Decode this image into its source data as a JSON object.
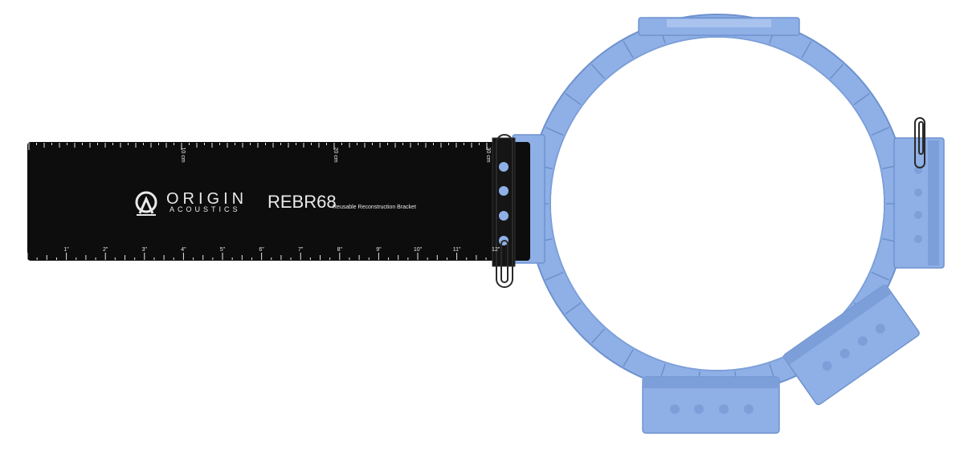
{
  "product": {
    "brand_line1": "ORIGIN",
    "brand_line2": "ACOUSTICS",
    "model": "REBR68",
    "tagline": "Reusable Reconstruction Bracket"
  },
  "ruler": {
    "cm_labels": [
      "10 cm",
      "20 cm",
      "30 cm"
    ],
    "inch_labels": [
      "1\"",
      "2\"",
      "3\"",
      "4\"",
      "5\"",
      "6\"",
      "7\"",
      "8\"",
      "9\"",
      "10\"",
      "11\"",
      "12\""
    ]
  },
  "colors": {
    "ruler": "#0d0d0d",
    "ruler_text": "#e9e9e9",
    "ring": "#8fb0e6",
    "ring_shadow": "#6f92cf",
    "background": "#ffffff"
  },
  "icons": {
    "logo": "origin-acoustics-logo-icon",
    "clip": "wire-clip-icon"
  }
}
